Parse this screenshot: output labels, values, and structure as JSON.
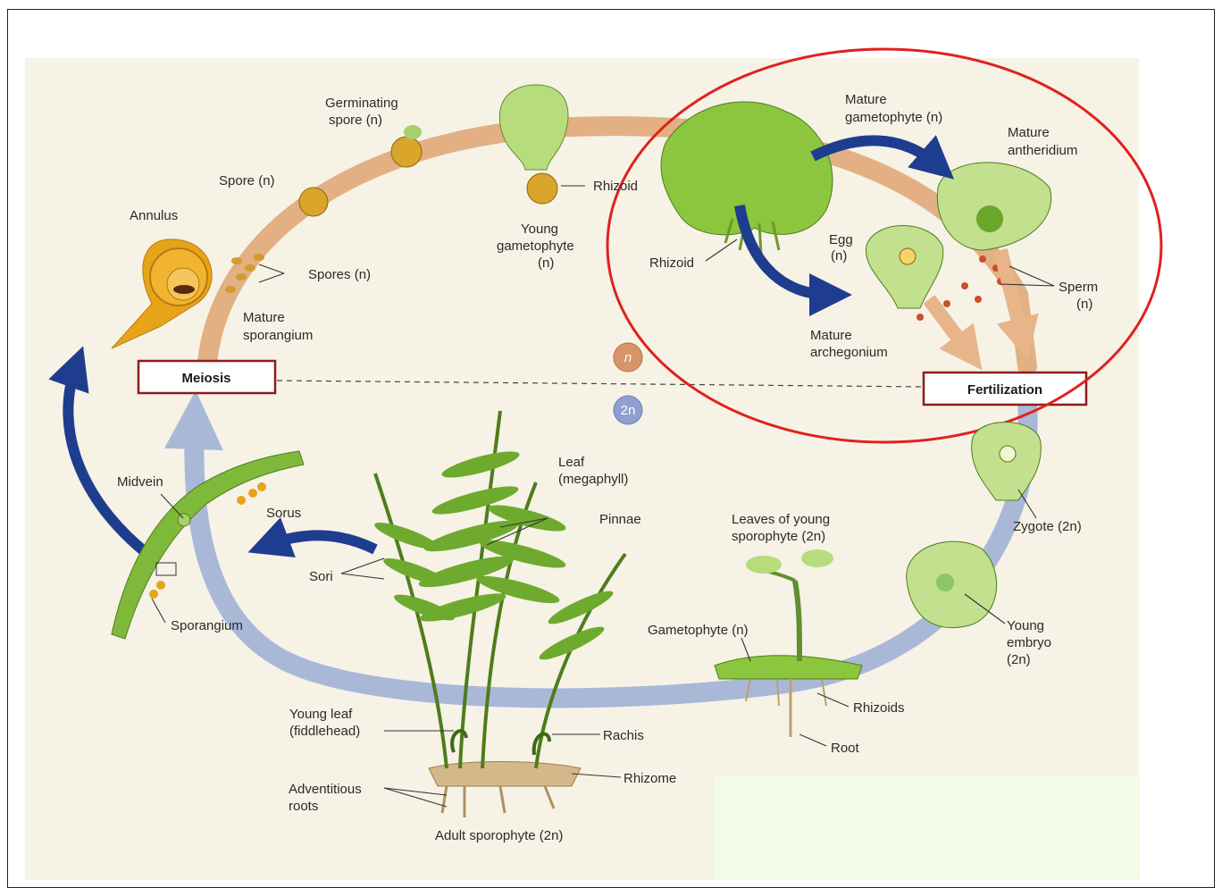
{
  "diagram": {
    "labels": {
      "germinating_spore": [
        "Germinating",
        "spore (n)"
      ],
      "spore": "Spore (n)",
      "annulus": "Annulus",
      "spores": "Spores (n)",
      "mature_sporangium": [
        "Mature",
        "sporangium"
      ],
      "young_gametophyte": [
        "Young",
        "gametophyte",
        "(n)"
      ],
      "rhizoid_top": "Rhizoid",
      "rhizoid_left": "Rhizoid",
      "mature_gametophyte": [
        "Mature",
        "gametophyte (n)"
      ],
      "mature_antheridium": [
        "Mature",
        "antheridium"
      ],
      "egg": [
        "Egg",
        "(n)"
      ],
      "sperm": [
        "Sperm",
        "(n)"
      ],
      "mature_archegonium": [
        "Mature",
        "archegonium"
      ],
      "haploid_marker": "n",
      "diploid_marker": "2n",
      "meiosis": "Meiosis",
      "fertilization": "Fertilization",
      "midvein": "Midvein",
      "sorus": "Sorus",
      "sori": "Sori",
      "sporangium": "Sporangium",
      "leaf": [
        "Leaf",
        "(megaphyll)"
      ],
      "pinnae": "Pinnae",
      "leaves_young_sporophyte": [
        "Leaves of young",
        "sporophyte (2n)"
      ],
      "zygote": "Zygote (2n)",
      "young_embryo": [
        "Young",
        "embryo",
        "(2n)"
      ],
      "gametophyte": "Gametophyte (n)",
      "rhizoids": "Rhizoids",
      "root": "Root",
      "young_leaf": [
        "Young leaf",
        "(fiddlehead)"
      ],
      "rachis": "Rachis",
      "rhizome": "Rhizome",
      "adventitious_roots": [
        "Adventitious",
        "roots"
      ],
      "adult_sporophyte": "Adult sporophyte (2n)"
    },
    "colors": {
      "haploid_path": "#e2b083",
      "diploid_path": "#aab8d8",
      "arrow_blue": "#1f3d8f",
      "highlight_ring": "#e0211d",
      "stage_box_border": "#8b1c1c",
      "plant_green": "#7fb93a",
      "sporangium_gold": "#e8a419"
    }
  }
}
